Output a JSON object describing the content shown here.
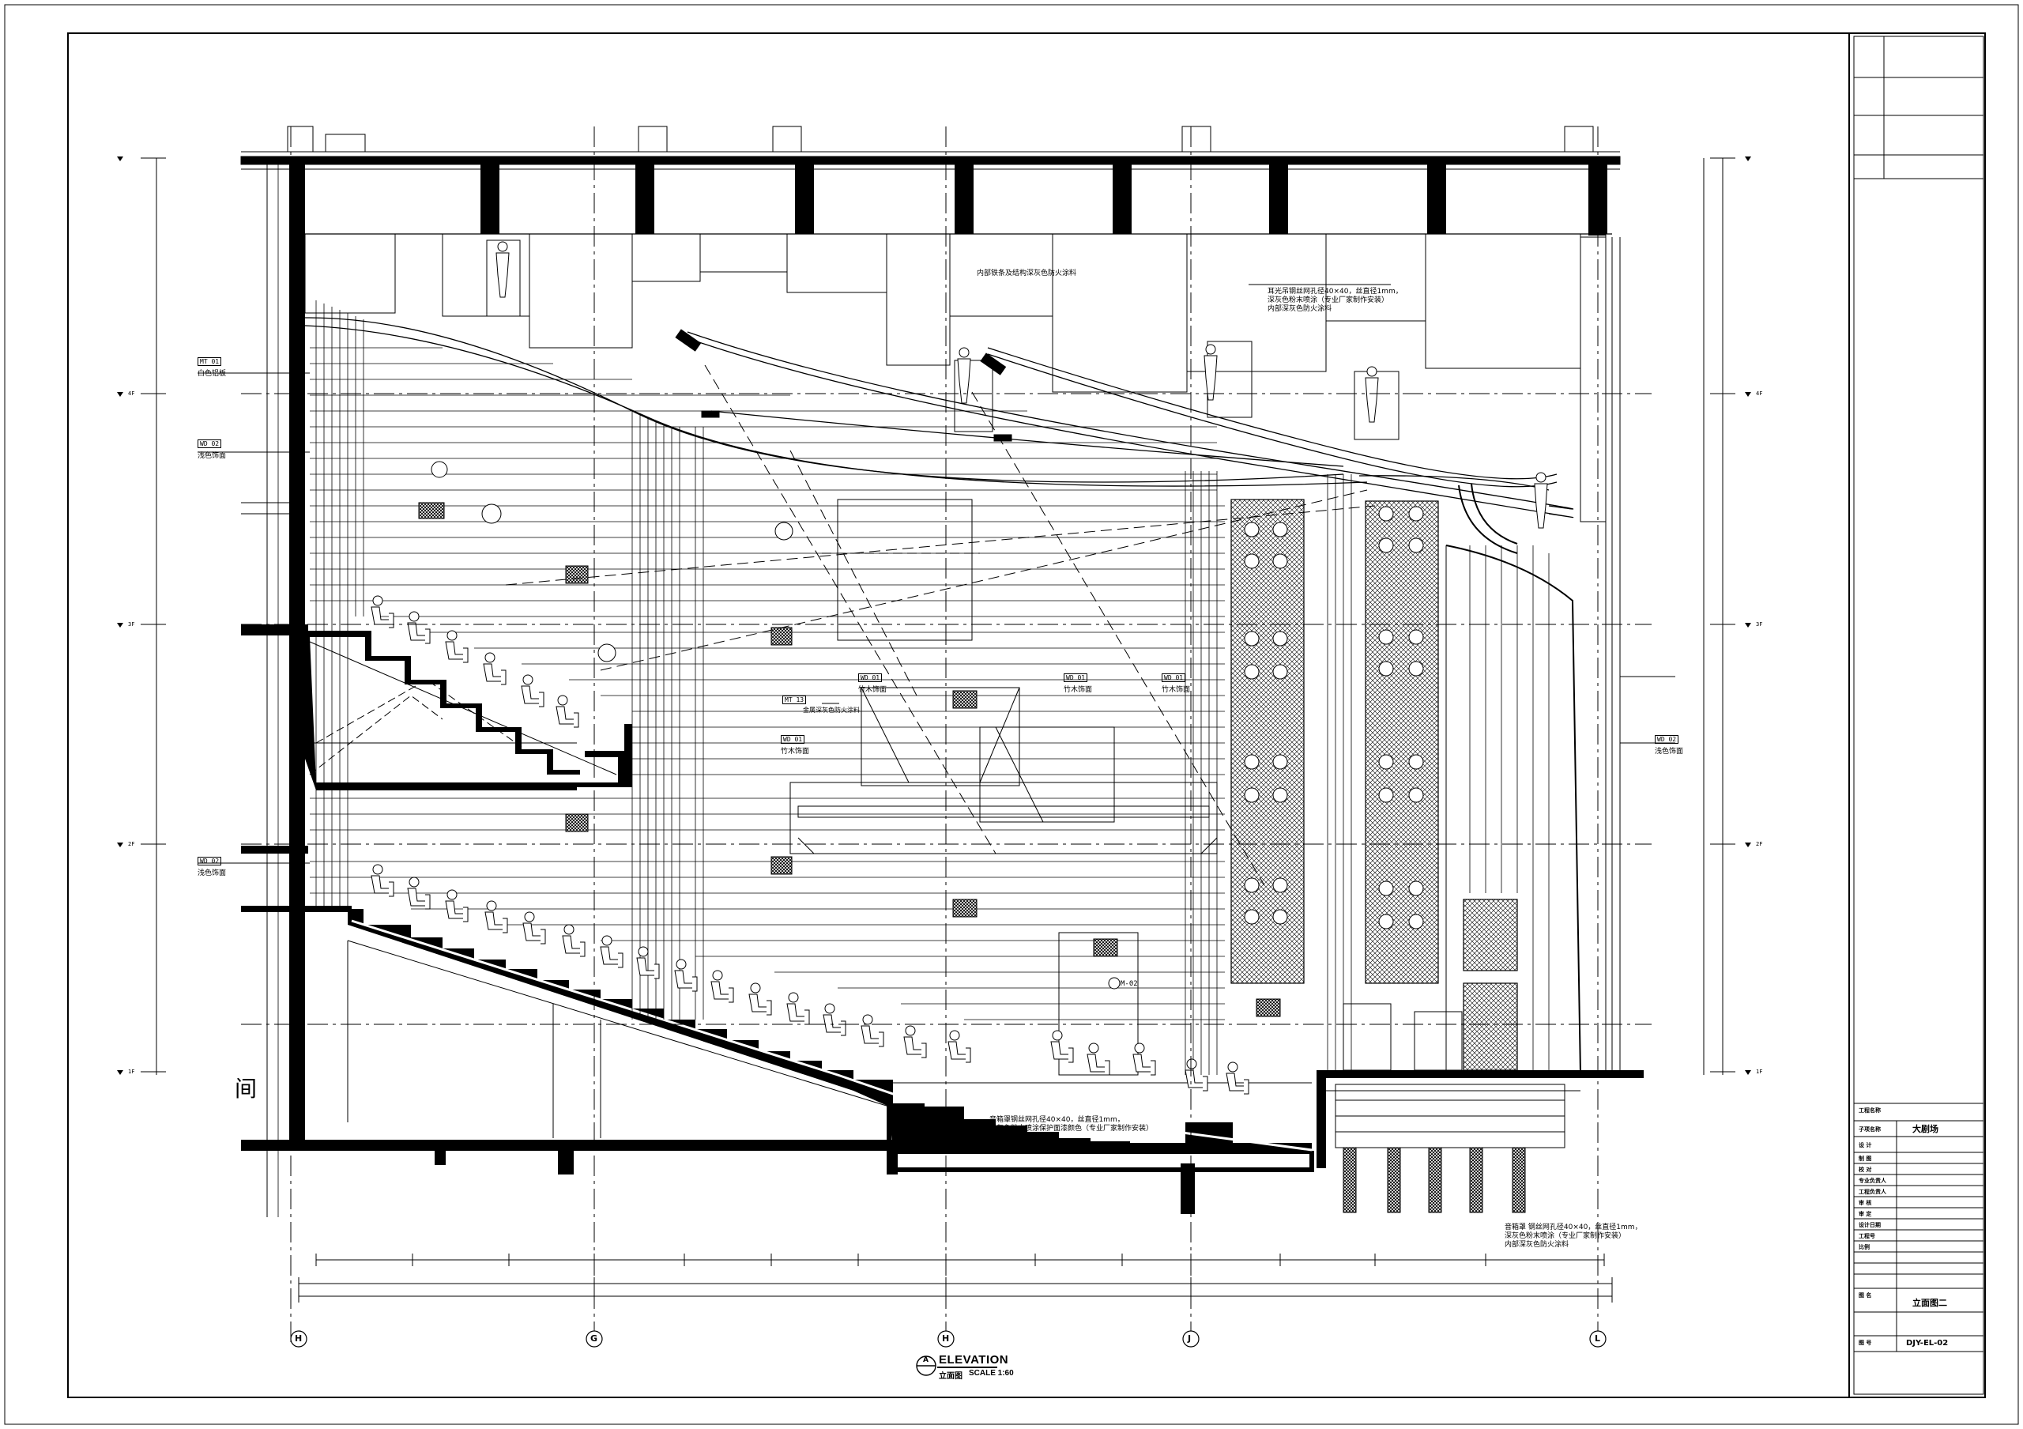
{
  "title_block": {
    "project_label": "工程名称",
    "project_value": "大剧场",
    "sub_project_label": "子项名称",
    "design_label": "设 计",
    "drawn_label": "制 图",
    "check_label": "校 对",
    "discipline_lead_label": "专业负责人",
    "project_lead_label": "工程负责人",
    "review_label": "审 核",
    "approve_label": "审 定",
    "date_label": "设计日期",
    "job_no_label": "工程号",
    "scale_label": "比例",
    "drawing_name_label": "图 名",
    "drawing_name_value": "立面图二",
    "drawing_no_label": "图 号",
    "drawing_no_value": "DJY-EL-02"
  },
  "drawing": {
    "title": "ELEVATION",
    "subtitle": "立面图",
    "scale": "SCALE 1:60",
    "marker": "A"
  },
  "grid_axes": [
    "H",
    "G",
    "H",
    "J",
    "L"
  ],
  "partial_room_label": "间",
  "notes": [
    "内部铁条及结构深灰色防火涂料",
    "耳光吊钢丝网孔径40×40，丝直径1mm，\n深灰色粉末喷涂（专业厂家制作安装）\n内部深灰色防火涂料",
    "音箱罩 钢丝网孔径40×40，丝直径1mm，\n深灰色粉末喷涂（专业厂家制作安装）\n内部深灰色防火涂料",
    "音箱罩钢丝网孔径40×40，丝直径1mm，\n深灰色粉末喷涂保护面漆颜色（专业厂家制作安装）\n内部深灰色防火涂料"
  ],
  "material_tags": [
    {
      "code": "MT 01",
      "name": "白色铝板"
    },
    {
      "code": "WD 02",
      "name": "浅色饰面"
    },
    {
      "code": "MT 13",
      "name": "金属深灰色防火涂料"
    },
    {
      "code": "WD 01",
      "name": "竹木饰面"
    },
    {
      "code": "WD 01",
      "name": "竹木饰面"
    },
    {
      "code": "WD 01",
      "name": "竹木饰面"
    },
    {
      "code": "WD 01",
      "name": "竹木饰面"
    },
    {
      "code": "WD 02",
      "name": "浅色饰面"
    },
    {
      "code": "WD 02",
      "name": "浅色饰面"
    }
  ],
  "level_markers": [
    "4F",
    "3F",
    "2F",
    "1F"
  ],
  "detail_callout": "M-02",
  "colors": {
    "ink": "#000000",
    "paper": "#ffffff"
  }
}
